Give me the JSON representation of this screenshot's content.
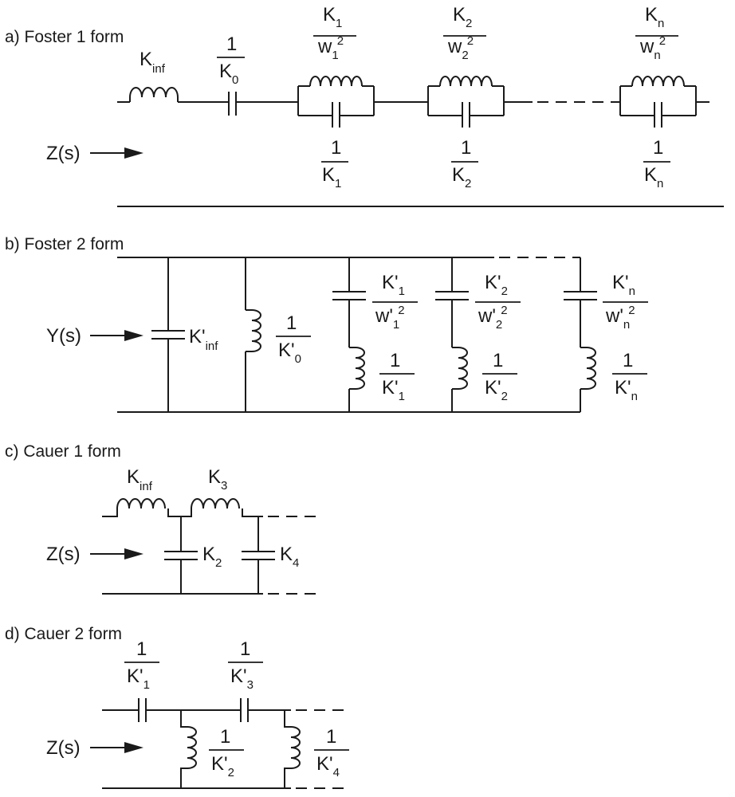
{
  "foster1": {
    "title": "a) Foster 1 form",
    "input": "Z(s)",
    "kinf": {
      "main": "K",
      "sub": "inf"
    },
    "c0": {
      "num": "1",
      "den": "K",
      "den_sub": "0"
    },
    "tanks": [
      {
        "ind_num": "K",
        "ind_num_sub": "1",
        "ind_den": "w",
        "ind_den_sub": "1",
        "ind_den_sup": "2",
        "cap_num": "1",
        "cap_den": "K",
        "cap_den_sub": "1"
      },
      {
        "ind_num": "K",
        "ind_num_sub": "2",
        "ind_den": "w",
        "ind_den_sub": "2",
        "ind_den_sup": "2",
        "cap_num": "1",
        "cap_den": "K",
        "cap_den_sub": "2"
      },
      {
        "ind_num": "K",
        "ind_num_sub": "n",
        "ind_den": "w",
        "ind_den_sub": "n",
        "ind_den_sup": "2",
        "cap_num": "1",
        "cap_den": "K",
        "cap_den_sub": "n"
      }
    ]
  },
  "foster2": {
    "title": "b) Foster 2 form",
    "input": "Y(s)",
    "cinf": {
      "main": "K'",
      "sub": "inf"
    },
    "l0": {
      "num": "1",
      "den": "K'",
      "den_sub": "0"
    },
    "branches": [
      {
        "c_num": "K'",
        "c_num_sub": "1",
        "c_den": "w'",
        "c_den_sub": "1",
        "c_den_sup": "2",
        "l_num": "1",
        "l_den": "K'",
        "l_den_sub": "1"
      },
      {
        "c_num": "K'",
        "c_num_sub": "2",
        "c_den": "w'",
        "c_den_sub": "2",
        "c_den_sup": "2",
        "l_num": "1",
        "l_den": "K'",
        "l_den_sub": "2"
      },
      {
        "c_num": "K'",
        "c_num_sub": "n",
        "c_den": "w'",
        "c_den_sub": "n",
        "c_den_sup": "2",
        "l_num": "1",
        "l_den": "K'",
        "l_den_sub": "n"
      }
    ]
  },
  "cauer1": {
    "title": "c) Cauer 1 form",
    "input": "Z(s)",
    "l1": {
      "main": "K",
      "sub": "inf"
    },
    "l2": {
      "main": "K",
      "sub": "3"
    },
    "c1": {
      "main": "K",
      "sub": "2"
    },
    "c2": {
      "main": "K",
      "sub": "4"
    }
  },
  "cauer2": {
    "title": "d) Cauer 2 form",
    "input": "Z(s)",
    "c1": {
      "num": "1",
      "den": "K'",
      "den_sub": "1"
    },
    "c2": {
      "num": "1",
      "den": "K'",
      "den_sub": "3"
    },
    "l1": {
      "num": "1",
      "den": "K'",
      "den_sub": "2"
    },
    "l2": {
      "num": "1",
      "den": "K'",
      "den_sub": "4"
    }
  }
}
